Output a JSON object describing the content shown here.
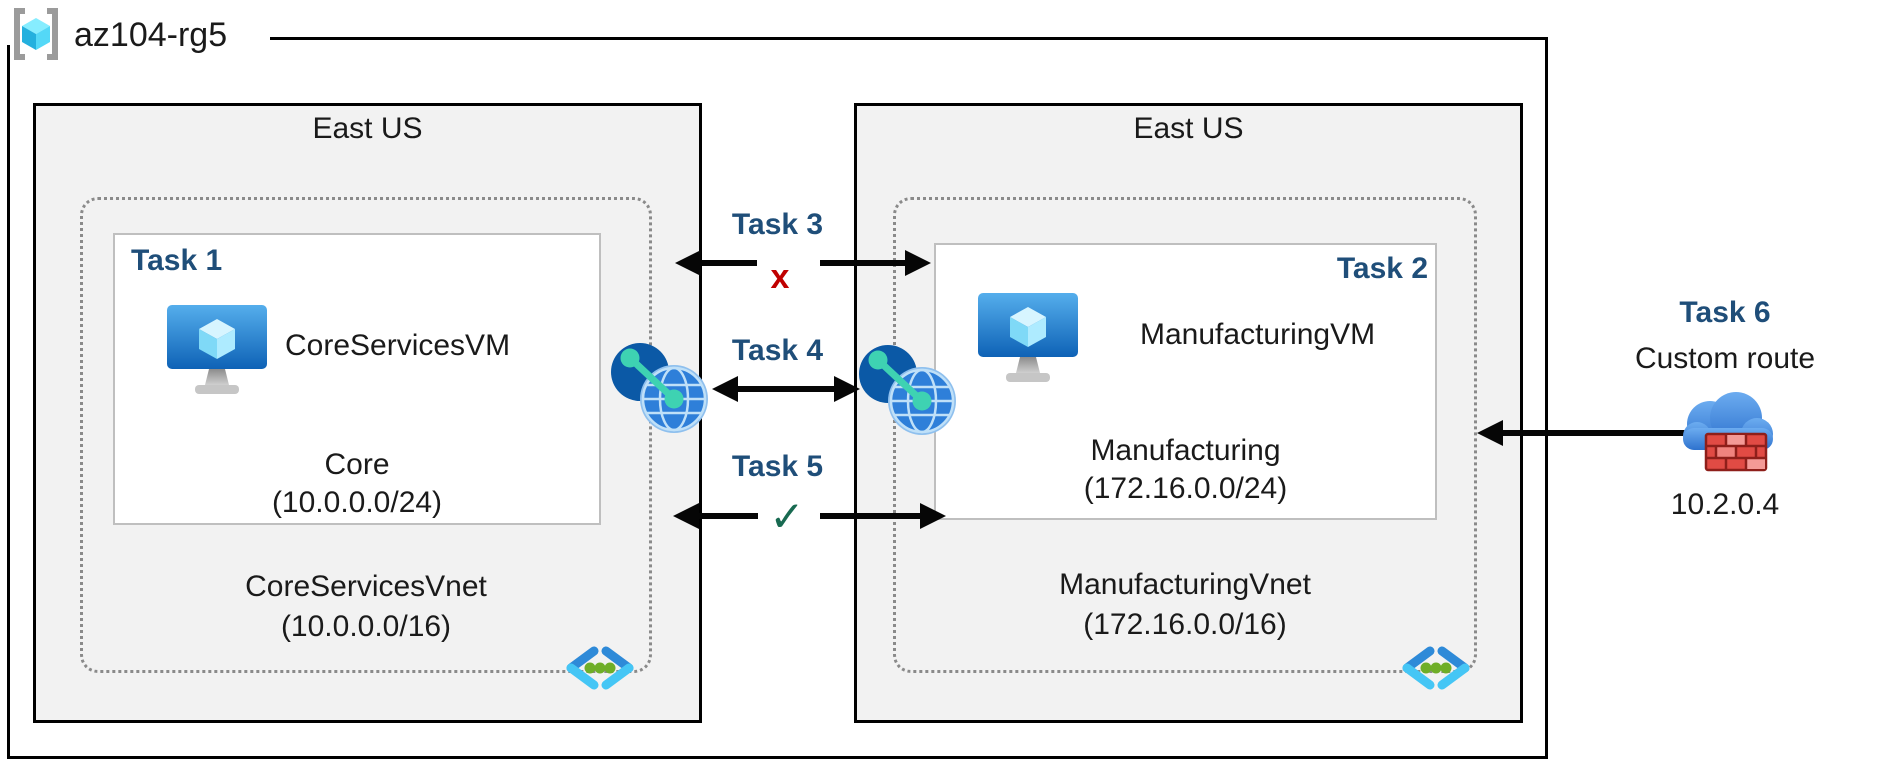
{
  "title": "az104-rg5",
  "regions": {
    "left": {
      "name": "East US",
      "task_label": "Task 1",
      "vm_name": "CoreServicesVM",
      "subnet_name": "Core",
      "subnet_cidr": "(10.0.0.0/24)",
      "vnet_name": "CoreServicesVnet",
      "vnet_cidr": "(10.0.0.0/16)"
    },
    "right": {
      "name": "East US",
      "task_label": "Task 2",
      "vm_name": "ManufacturingVM",
      "subnet_name": "Manufacturing",
      "subnet_cidr": "(172.16.0.0/24)",
      "vnet_name": "ManufacturingVnet",
      "vnet_cidr": "(172.16.0.0/16)"
    }
  },
  "connections": {
    "task3": {
      "label": "Task 3",
      "marker": "x"
    },
    "task4": {
      "label": "Task 4"
    },
    "task5": {
      "label": "Task 5",
      "marker": "✓"
    },
    "task6": {
      "label": "Task 6",
      "description": "Custom route",
      "ip": "10.2.0.4"
    }
  },
  "colors": {
    "task_label": "#1F4E79",
    "blocked_marker": "#C00000",
    "allowed_marker": "#186A51",
    "region_fill": "#F2F2F2",
    "border": "#000000",
    "subnet_border": "#BFBFBF",
    "vnet_dotted_border": "#8A8A8A"
  }
}
